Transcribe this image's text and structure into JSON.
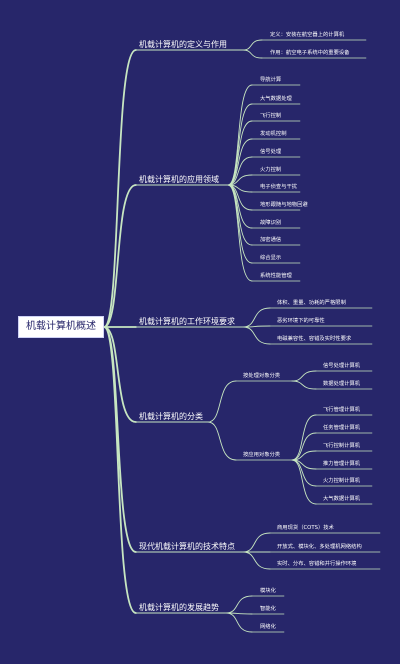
{
  "root": "机载计算机概述",
  "branches": [
    {
      "label": "机载计算机的定义与作用",
      "leaves": [
        "定义：安装在航空器上的计算机",
        "作用：航空电子系统中的重要设备"
      ]
    },
    {
      "label": "机载计算机的应用领域",
      "leaves": [
        "导航计算",
        "大气数据处理",
        "飞行控制",
        "发动机控制",
        "信号处理",
        "火力控制",
        "电子侦查与干扰",
        "地形跟随与地物回避",
        "故障识别",
        "加密通信",
        "综合显示",
        "系统性能管理"
      ]
    },
    {
      "label": "机载计算机的工作环境要求",
      "leaves": [
        "体积、重量、功耗的严格限制",
        "恶劣环境下的可靠性",
        "电磁兼容性、容错及实时性要求"
      ]
    },
    {
      "label": "机载计算机的分类",
      "groups": [
        {
          "label": "按处理对象分类",
          "leaves": [
            "信号处理计算机",
            "数据处理计算机"
          ]
        },
        {
          "label": "按应用对象分类",
          "leaves": [
            "飞行管理计算机",
            "任务管理计算机",
            "飞行控制计算机",
            "推力管理计算机",
            "火力控制计算机",
            "大气数据计算机"
          ]
        }
      ]
    },
    {
      "label": "现代机载计算机的技术特点",
      "leaves": [
        "商用现货（COTS）技术",
        "开放式、模块化、多处理机网络结构",
        "实时、分布、容错和并行操作环境"
      ]
    },
    {
      "label": "机载计算机的发展趋势",
      "leaves": [
        "模块化",
        "智能化",
        "网络化"
      ]
    }
  ],
  "colors": {
    "background": "#27266a",
    "connector": "#c7e6c1",
    "text": "#ffffff"
  }
}
